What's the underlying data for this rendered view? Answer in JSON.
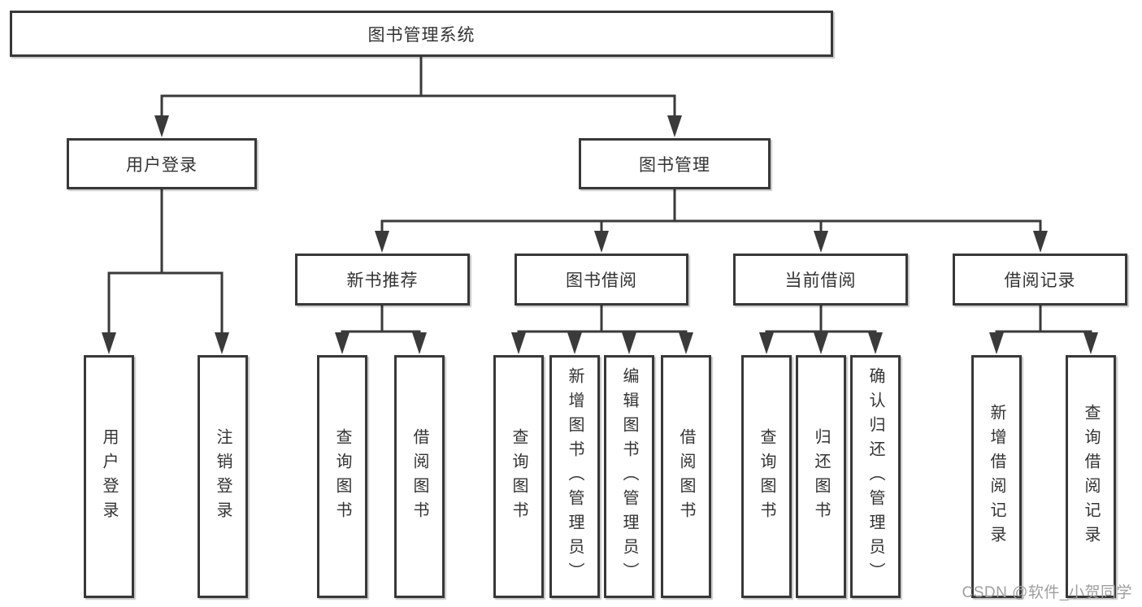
{
  "diagram": {
    "type": "hierarchy-tree",
    "orientation": "top-down"
  },
  "colors": {
    "background": "#ffffff",
    "line": "#3a3a3a",
    "box_border": "#383838",
    "box_fill": "#ffffff",
    "text": "#333333",
    "watermark_text": "#9e9e9e"
  },
  "tree": {
    "root": "图书管理系统",
    "branches": [
      {
        "label": "用户登录",
        "children": [
          "用户登录",
          "注销登录"
        ]
      },
      {
        "label": "图书管理",
        "groups": [
          {
            "label": "新书推荐",
            "children": [
              "查询图书",
              "借阅图书"
            ]
          },
          {
            "label": "图书借阅",
            "children": [
              "查询图书",
              "新增图书（管理员）",
              "编辑图书（管理员）",
              "借阅图书"
            ]
          },
          {
            "label": "当前借阅",
            "children": [
              "查询图书",
              "归还图书",
              "确认归还（管理员）"
            ]
          },
          {
            "label": "借阅记录",
            "children": [
              "新增借阅记录",
              "查询借阅记录"
            ]
          }
        ]
      }
    ]
  },
  "watermark": {
    "text": "CSDN @软件_小贺同学"
  }
}
